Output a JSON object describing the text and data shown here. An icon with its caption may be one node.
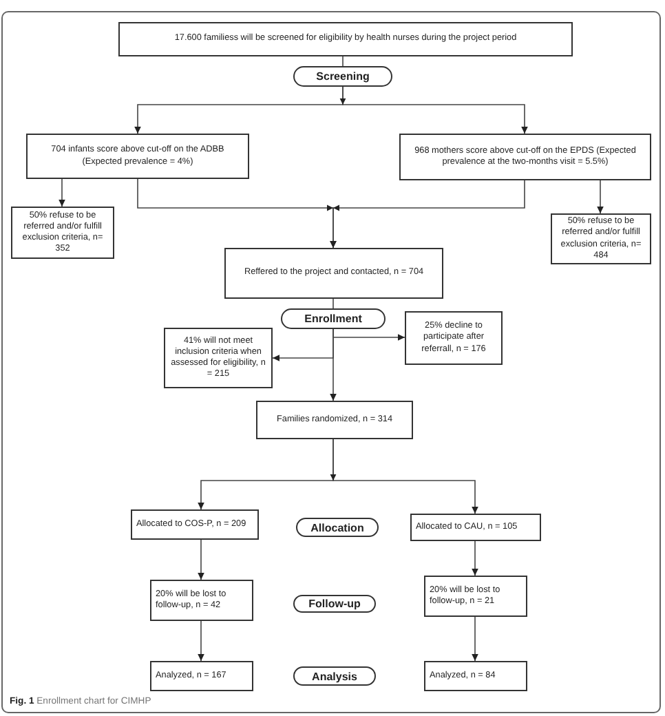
{
  "diagram": {
    "caption": "**Fig. 1** Enrollment chart for CIMHP",
    "nodes": [
      {
        "text": [
          "17.600 familiess will be screened for eligibility by health nurses during the project period"
        ]
      },
      {
        "text": [
          "Screening"
        ]
      },
      {
        "text": [
          "704 infants score above cut-off on the ADBB (Expected prevalence = 4%)"
        ]
      },
      {
        "text": [
          "968 mothers score above cut-off on the EPDS (Expected prevalence at the two-months visit = 5.5%)"
        ]
      },
      {
        "text": [
          "50% refuse to be referred and/or fulfill exclusion criteria, n= 352"
        ]
      },
      {
        "text": [
          "50% refuse to be referred and/or fulfill exclusion criteria, n= 484"
        ]
      },
      {
        "text": [
          "Reffered to the project and contacted, n = 704"
        ]
      },
      {
        "text": [
          "Enrollment"
        ]
      },
      {
        "text": [
          "41% will not meet inclusion criteria when assessed for eligibility, n = 215"
        ]
      },
      {
        "text": [
          "25% decline to participate after referrall, n = 176"
        ]
      },
      {
        "text": [
          "Families randomized, n = 314"
        ]
      },
      {
        "text": [
          "Allocated to COS-P, n = 209"
        ]
      },
      {
        "text": [
          "Allocation"
        ]
      },
      {
        "text": [
          "Allocated to CAU, n = 105"
        ]
      },
      {
        "text": [
          "20% will be lost to follow-up, n = 42"
        ]
      },
      {
        "text": [
          "Follow-up"
        ]
      },
      {
        "text": [
          "20% will be lost to follow-up, n = 21"
        ]
      },
      {
        "text": [
          "Analyzed, n = 167"
        ]
      },
      {
        "text": [
          "Analysis"
        ]
      },
      {
        "text": [
          "Analyzed, n = 84"
        ]
      }
    ],
    "edges": [
      {
        "from": 0,
        "to": 1,
        "arrow": "none"
      },
      {
        "from": 1,
        "to": 2,
        "arrow": "to"
      },
      {
        "from": 1,
        "to": 3,
        "arrow": "to"
      },
      {
        "from": 2,
        "to": 4,
        "arrow": "to"
      },
      {
        "from": 3,
        "to": 5,
        "arrow": "to"
      },
      {
        "from": 2,
        "to": 6,
        "arrow": "to"
      },
      {
        "from": 3,
        "to": 6,
        "arrow": "to"
      },
      {
        "from": 6,
        "to": 7,
        "arrow": "none"
      },
      {
        "from": 7,
        "to": 9,
        "arrow": "to"
      },
      {
        "from": 7,
        "to": 8,
        "arrow": "to"
      },
      {
        "from": 7,
        "to": 10,
        "arrow": "to"
      },
      {
        "from": 10,
        "to": 11,
        "arrow": "to"
      },
      {
        "from": 10,
        "to": 13,
        "arrow": "to"
      },
      {
        "from": 11,
        "to": 14,
        "arrow": "to"
      },
      {
        "from": 14,
        "to": 17,
        "arrow": "to"
      },
      {
        "from": 13,
        "to": 16,
        "arrow": "to"
      },
      {
        "from": 16,
        "to": 19,
        "arrow": "to"
      }
    ]
  }
}
